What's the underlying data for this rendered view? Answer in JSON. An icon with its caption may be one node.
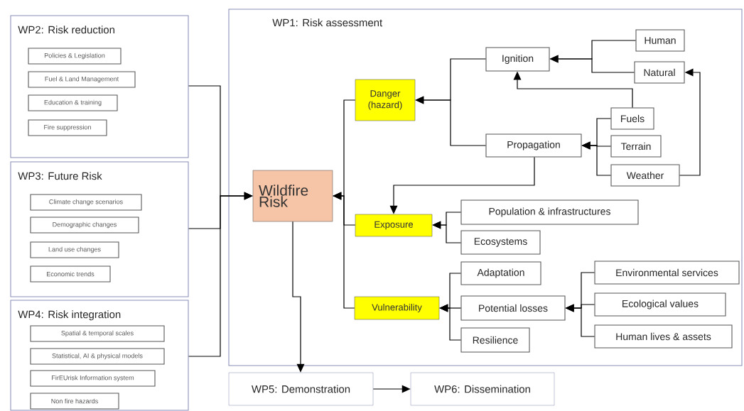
{
  "diagram": {
    "nodes": [
      {
        "text": [
          "WP2: Risk reduction"
        ]
      },
      {
        "text": [
          "Policies & Legislation"
        ],
        "in": 0
      },
      {
        "text": [
          "Fuel & Land Management"
        ],
        "in": 0
      },
      {
        "text": [
          "Education & training"
        ],
        "in": 0
      },
      {
        "text": [
          "Fire suppression"
        ],
        "in": 0
      },
      {
        "text": [
          "WP3: Future Risk"
        ]
      },
      {
        "text": [
          "Climate change scenarios"
        ],
        "in": 5
      },
      {
        "text": [
          "Demographic changes"
        ],
        "in": 5
      },
      {
        "text": [
          "Land use changes"
        ],
        "in": 5
      },
      {
        "text": [
          "Economic trends"
        ],
        "in": 5
      },
      {
        "text": [
          "WP4: Risk integration"
        ]
      },
      {
        "text": [
          "Spatial & temporal scales"
        ],
        "in": 10
      },
      {
        "text": [
          "Statistical, AI & physical models"
        ],
        "in": 10
      },
      {
        "text": [
          "FirEUrisk Information system"
        ],
        "in": 10
      },
      {
        "text": [
          "Non fire hazards"
        ],
        "in": 10
      },
      {
        "text": [
          "WP1: Risk assessment"
        ]
      },
      {
        "text": [
          "Wildfire Risk"
        ],
        "in": 15
      },
      {
        "text": [
          "Danger (hazard)"
        ],
        "in": 15
      },
      {
        "text": [
          "Ignition"
        ],
        "in": 15
      },
      {
        "text": [
          "Human"
        ],
        "in": 15
      },
      {
        "text": [
          "Natural"
        ],
        "in": 15
      },
      {
        "text": [
          "Propagation"
        ],
        "in": 15
      },
      {
        "text": [
          "Fuels"
        ],
        "in": 15
      },
      {
        "text": [
          "Terrain"
        ],
        "in": 15
      },
      {
        "text": [
          "Weather"
        ],
        "in": 15
      },
      {
        "text": [
          "Exposure"
        ],
        "in": 15
      },
      {
        "text": [
          "Population & infrastructures"
        ],
        "in": 15
      },
      {
        "text": [
          "Ecosystems"
        ],
        "in": 15
      },
      {
        "text": [
          "Vulnerability"
        ],
        "in": 15
      },
      {
        "text": [
          "Adaptation"
        ],
        "in": 15
      },
      {
        "text": [
          "Potential losses"
        ],
        "in": 15
      },
      {
        "text": [
          "Resilience"
        ],
        "in": 15
      },
      {
        "text": [
          "Environmental services"
        ],
        "in": 15
      },
      {
        "text": [
          "Ecological values"
        ],
        "in": 15
      },
      {
        "text": [
          "Human lives & assets"
        ],
        "in": 15
      },
      {
        "text": [
          "WP5: Demonstration"
        ]
      },
      {
        "text": [
          "WP6: Dissemination"
        ]
      }
    ],
    "edges": [
      {
        "from": 0,
        "to": 16,
        "arrow": "to"
      },
      {
        "from": 5,
        "to": 16,
        "arrow": "to"
      },
      {
        "from": 10,
        "to": 16,
        "arrow": "to"
      },
      {
        "from": 17,
        "to": 16,
        "arrow": "to"
      },
      {
        "from": 25,
        "to": 16,
        "arrow": "to"
      },
      {
        "from": 28,
        "to": 16,
        "arrow": "to"
      },
      {
        "from": 18,
        "to": 17,
        "arrow": "to"
      },
      {
        "from": 21,
        "to": 17,
        "arrow": "to"
      },
      {
        "from": 19,
        "to": 18,
        "arrow": "to"
      },
      {
        "from": 20,
        "to": 18,
        "arrow": "to"
      },
      {
        "from": 22,
        "to": 18,
        "arrow": "to"
      },
      {
        "from": 22,
        "to": 21,
        "arrow": "to"
      },
      {
        "from": 23,
        "to": 21,
        "arrow": "to"
      },
      {
        "from": 24,
        "to": 21,
        "arrow": "to"
      },
      {
        "from": 24,
        "to": 20,
        "arrow": "to"
      },
      {
        "from": 21,
        "to": 25,
        "arrow": "to"
      },
      {
        "from": 26,
        "to": 25,
        "arrow": "to"
      },
      {
        "from": 27,
        "to": 25,
        "arrow": "to"
      },
      {
        "from": 29,
        "to": 28,
        "arrow": "to"
      },
      {
        "from": 30,
        "to": 28,
        "arrow": "to"
      },
      {
        "from": 31,
        "to": 28,
        "arrow": "to"
      },
      {
        "from": 32,
        "to": 30,
        "arrow": "to"
      },
      {
        "from": 33,
        "to": 30,
        "arrow": "to"
      },
      {
        "from": 34,
        "to": 30,
        "arrow": "to"
      },
      {
        "from": 16,
        "to": 35,
        "arrow": "to"
      },
      {
        "from": 35,
        "to": 36,
        "arrow": "to"
      }
    ]
  }
}
